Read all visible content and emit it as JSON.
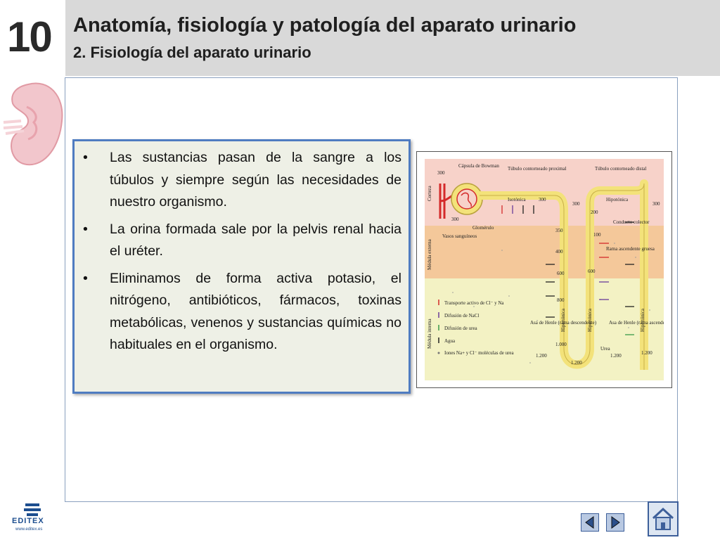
{
  "header": {
    "chapter_number": "10",
    "title": "Anatomía, fisiología y patología del aparato urinario",
    "subtitle": "2. Fisiología del aparato urinario"
  },
  "content": {
    "bullets": [
      "Las sustancias pasan de la sangre a los túbulos y siempre según las necesidades de nuestro organismo.",
      "La orina formada sale por la pelvis renal hacia el uréter.",
      "Eliminamos de forma activa potasio, el nitrógeno, antibióticos, fármacos, toxinas metabólicas, venenos y sustancias químicas no habituales en el organismo."
    ],
    "bullet_symbol": "•"
  },
  "diagram": {
    "labels": {
      "capsula": "Cápsula de Bowman",
      "proximal": "Túbulo contorneado proximal",
      "distal": "Túbulo contorneado distal",
      "corteza": "Corteza",
      "medula_externa": "Médula externa",
      "medula_interna": "Médula interna",
      "glomerulo": "Glomérulo",
      "vasos": "Vasos sanguíneos",
      "isotonica": "Isotónica",
      "hipotonica": "Hipotónica",
      "hipertonica": "Hipertónica",
      "conducto": "Conducto colector",
      "rama_gruesa": "Rama ascendente gruesa",
      "asa_desc": "Asa de Henle (rama descendente)",
      "asa_asc": "Asa de Henle (rama ascendente)",
      "urea": "Urea"
    },
    "osmolarity": [
      "300",
      "300",
      "300",
      "300",
      "300",
      "350",
      "400",
      "200",
      "100",
      "600",
      "600",
      "800",
      "1.000",
      "1.200",
      "1.200",
      "1.200",
      "1.200"
    ],
    "legend": [
      {
        "text": "Transporte activo de Cl⁻ y Na",
        "color": "#d42a2a"
      },
      {
        "text": "Difusión de NaCl",
        "color": "#6a3d9a"
      },
      {
        "text": "Difusión de urea",
        "color": "#3a9a4a"
      },
      {
        "text": "Agua",
        "color": "#222222"
      },
      {
        "text": "Iones Na+ y Cl⁻ moléculas de urea",
        "color": "#222222"
      }
    ]
  },
  "footer": {
    "logo_text": "EDITEX",
    "logo_url": "www.editex.es"
  },
  "navigation": {
    "prev_label": "previous",
    "next_label": "next",
    "home_label": "home"
  },
  "colors": {
    "header_bg": "#d9d9d9",
    "textbox_border": "#4f7cc1",
    "textbox_bg": "#eef0e6",
    "tubule": "#f3e27a"
  }
}
